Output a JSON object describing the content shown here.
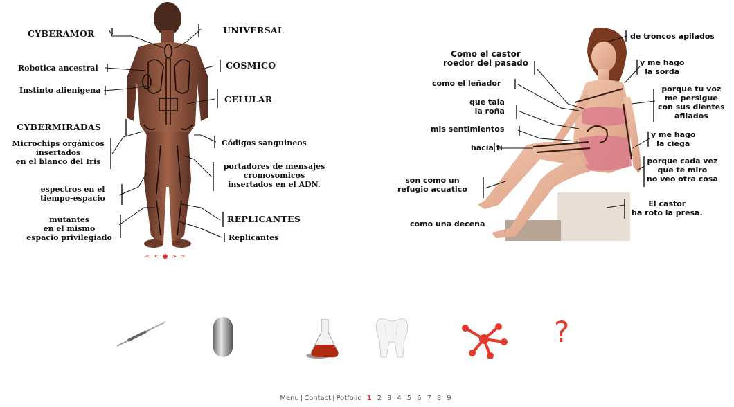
{
  "left_figure": {
    "labels_left": [
      "CYBERAMOR",
      "Robotica ancestral",
      "Instinto alienigena",
      "CYBERMIRADAS",
      "Microchips orgánicos\ninsertados\nen el blanco del Iris",
      "espectros en el\ntiempo-espacio",
      "mutantes\nen el mismo\nespacio privilegiado"
    ],
    "labels_right": [
      "UNIVERSAL",
      "COSMICO",
      "CELULAR",
      "Códigos sanguineos",
      "portadores de mensajes\ncromosomicos\ninsertados en el ADN.",
      "REPLICANTES",
      "Replicantes"
    ],
    "pager": "< < ● > >"
  },
  "right_figure": {
    "labels_left": [
      "Como el castor\nroedor del pasado",
      "como el leñador",
      "que tala\nla roña",
      "mis sentimientos",
      "hacia ti",
      "son como un\nrefugio acuatico",
      "como una decena"
    ],
    "labels_right": [
      "de troncos apilados",
      "y me hago\nla sorda",
      "porque tu voz\nme persigue\ncon sus dientes\nafilados",
      "y me hago\nla ciega",
      "porque cada vez\nque te miro\nno veo otra cosa",
      "El castor\nha roto la presa."
    ]
  },
  "icons": [
    "syringe-icon",
    "capsule-icon",
    "flask-icon",
    "tooth-icon",
    "molecule-icon",
    "question-icon"
  ],
  "question_mark": "?",
  "footer": {
    "links": [
      "Menu",
      "Contact",
      "Potfolio"
    ],
    "pages": [
      "1",
      "2",
      "3",
      "4",
      "5",
      "6",
      "7",
      "8",
      "9"
    ],
    "active_page": "1"
  }
}
